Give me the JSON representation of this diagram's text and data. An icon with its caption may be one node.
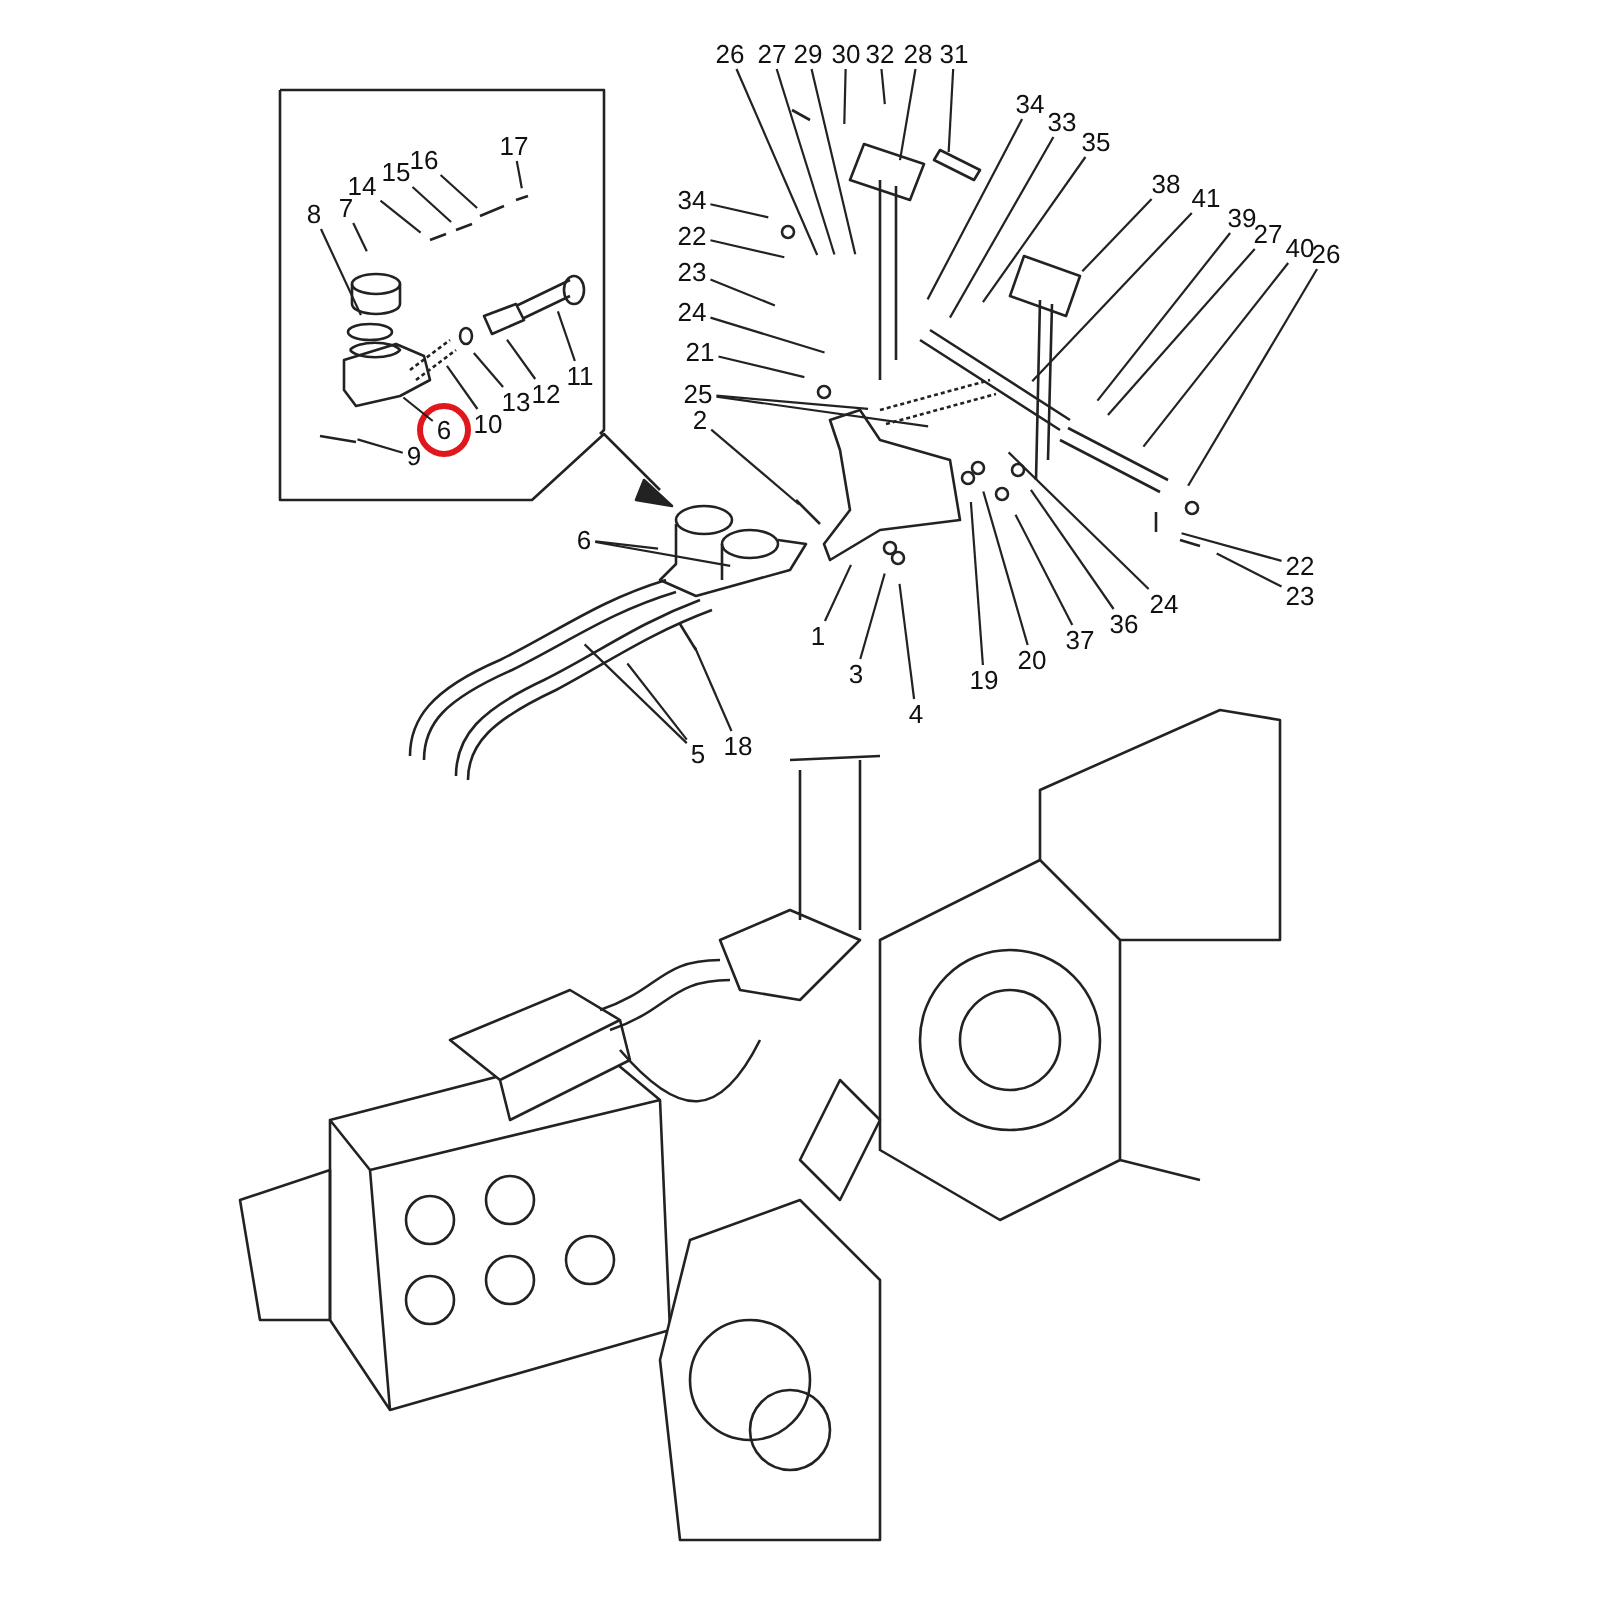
{
  "diagram": {
    "nodes": [
      {
        "text": [
          "17"
        ]
      },
      {
        "text": [
          "16"
        ]
      },
      {
        "text": [
          "15"
        ]
      },
      {
        "text": [
          "14"
        ]
      },
      {
        "text": [
          "7"
        ]
      },
      {
        "text": [
          "8"
        ]
      },
      {
        "text": [
          "12"
        ]
      },
      {
        "text": [
          "11"
        ]
      },
      {
        "text": [
          "13"
        ]
      },
      {
        "text": [
          "10"
        ]
      },
      {
        "text": [
          "6"
        ]
      },
      {
        "text": [
          "9"
        ]
      },
      {
        "text": [
          "26"
        ]
      },
      {
        "text": [
          "27"
        ]
      },
      {
        "text": [
          "29"
        ]
      },
      {
        "text": [
          "30"
        ]
      },
      {
        "text": [
          "32"
        ]
      },
      {
        "text": [
          "28"
        ]
      },
      {
        "text": [
          "31"
        ]
      },
      {
        "text": [
          "34"
        ]
      },
      {
        "text": [
          "33"
        ]
      },
      {
        "text": [
          "35"
        ]
      },
      {
        "text": [
          "38"
        ]
      },
      {
        "text": [
          "41"
        ]
      },
      {
        "text": [
          "39"
        ]
      },
      {
        "text": [
          "27"
        ]
      },
      {
        "text": [
          "40"
        ]
      },
      {
        "text": [
          "26"
        ]
      },
      {
        "text": [
          "34"
        ]
      },
      {
        "text": [
          "22"
        ]
      },
      {
        "text": [
          "23"
        ]
      },
      {
        "text": [
          "24"
        ]
      },
      {
        "text": [
          "21"
        ]
      },
      {
        "text": [
          "25"
        ]
      },
      {
        "text": [
          "2"
        ]
      },
      {
        "text": [
          "6"
        ]
      },
      {
        "text": [
          "1"
        ]
      },
      {
        "text": [
          "3"
        ]
      },
      {
        "text": [
          "4"
        ]
      },
      {
        "text": [
          "19"
        ]
      },
      {
        "text": [
          "20"
        ]
      },
      {
        "text": [
          "37"
        ]
      },
      {
        "text": [
          "36"
        ]
      },
      {
        "text": [
          "24"
        ]
      },
      {
        "text": [
          "22"
        ]
      },
      {
        "text": [
          "23"
        ]
      },
      {
        "text": [
          "5"
        ]
      },
      {
        "text": [
          "18"
        ]
      }
    ],
    "edges": [
      {
        "from": 0,
        "to": null,
        "arrow": "none"
      },
      {
        "from": 1,
        "to": null,
        "arrow": "none"
      },
      {
        "from": 2,
        "to": null,
        "arrow": "none"
      },
      {
        "from": 3,
        "to": null,
        "arrow": "none"
      },
      {
        "from": 4,
        "to": null,
        "arrow": "none"
      },
      {
        "from": 5,
        "to": null,
        "arrow": "none"
      },
      {
        "from": 6,
        "to": null,
        "arrow": "none"
      },
      {
        "from": 7,
        "to": null,
        "arrow": "none"
      },
      {
        "from": 8,
        "to": null,
        "arrow": "none"
      },
      {
        "from": 9,
        "to": null,
        "arrow": "none"
      },
      {
        "from": 10,
        "to": null,
        "arrow": "none"
      },
      {
        "from": 11,
        "to": null,
        "arrow": "none"
      },
      {
        "from": 12,
        "to": null,
        "arrow": "none"
      },
      {
        "from": 13,
        "to": null,
        "arrow": "none"
      },
      {
        "from": 14,
        "to": null,
        "arrow": "none"
      },
      {
        "from": 15,
        "to": null,
        "arrow": "none"
      },
      {
        "from": 16,
        "to": null,
        "arrow": "none"
      },
      {
        "from": 17,
        "to": null,
        "arrow": "none"
      },
      {
        "from": 18,
        "to": null,
        "arrow": "none"
      },
      {
        "from": 19,
        "to": null,
        "arrow": "none"
      },
      {
        "from": 20,
        "to": null,
        "arrow": "none"
      },
      {
        "from": 21,
        "to": null,
        "arrow": "none"
      },
      {
        "from": 22,
        "to": null,
        "arrow": "none"
      },
      {
        "from": 23,
        "to": null,
        "arrow": "none"
      },
      {
        "from": 24,
        "to": null,
        "arrow": "none"
      },
      {
        "from": 25,
        "to": null,
        "arrow": "none"
      },
      {
        "from": 26,
        "to": null,
        "arrow": "none"
      },
      {
        "from": 27,
        "to": null,
        "arrow": "none"
      },
      {
        "from": 28,
        "to": null,
        "arrow": "none"
      },
      {
        "from": 29,
        "to": null,
        "arrow": "none"
      },
      {
        "from": 30,
        "to": null,
        "arrow": "none"
      },
      {
        "from": 31,
        "to": null,
        "arrow": "none"
      },
      {
        "from": 32,
        "to": null,
        "arrow": "none"
      },
      {
        "from": 33,
        "to": null,
        "arrow": "none"
      },
      {
        "from": 33,
        "to": null,
        "arrow": "none"
      },
      {
        "from": 34,
        "to": null,
        "arrow": "none"
      },
      {
        "from": 35,
        "to": null,
        "arrow": "none"
      },
      {
        "from": 35,
        "to": null,
        "arrow": "none"
      },
      {
        "from": 36,
        "to": null,
        "arrow": "none"
      },
      {
        "from": 37,
        "to": null,
        "arrow": "none"
      },
      {
        "from": 38,
        "to": null,
        "arrow": "none"
      },
      {
        "from": 39,
        "to": null,
        "arrow": "none"
      },
      {
        "from": 40,
        "to": null,
        "arrow": "none"
      },
      {
        "from": 41,
        "to": null,
        "arrow": "none"
      },
      {
        "from": 42,
        "to": null,
        "arrow": "none"
      },
      {
        "from": 43,
        "to": null,
        "arrow": "none"
      },
      {
        "from": 44,
        "to": null,
        "arrow": "none"
      },
      {
        "from": 45,
        "to": null,
        "arrow": "none"
      },
      {
        "from": 46,
        "to": null,
        "arrow": "none"
      },
      {
        "from": 46,
        "to": null,
        "arrow": "none"
      },
      {
        "from": 47,
        "to": null,
        "arrow": "none"
      }
    ]
  }
}
